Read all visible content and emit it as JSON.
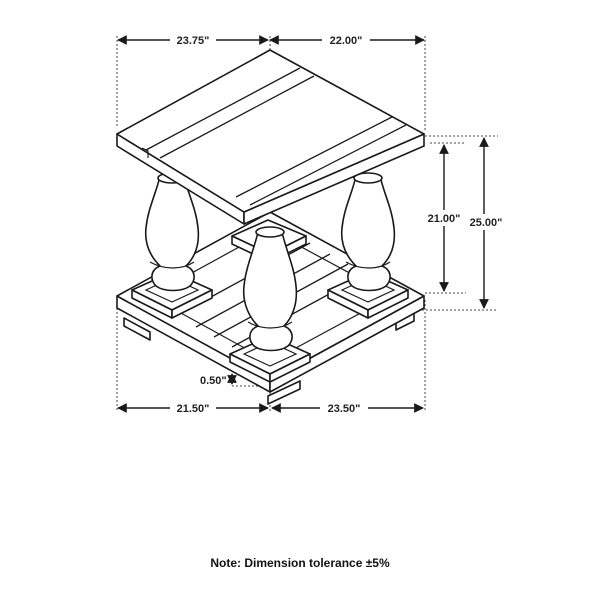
{
  "dimensions": {
    "top_width_left": "23.75\"",
    "top_depth_right": "22.00\"",
    "inner_height": "21.00\"",
    "total_height": "25.00\"",
    "foot_height": "0.50\"",
    "base_width_left": "21.50\"",
    "base_depth_right": "23.50\""
  },
  "note": "Note: Dimension tolerance ±5%"
}
